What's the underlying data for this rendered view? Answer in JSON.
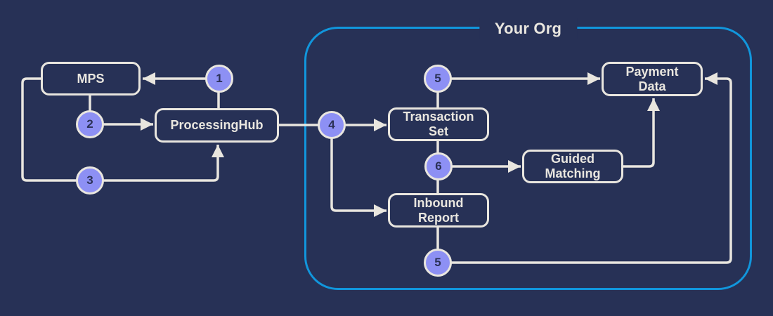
{
  "container": {
    "title": "Your Org"
  },
  "nodes": {
    "mps": "MPS",
    "processing_hub": "ProcessingHub",
    "transaction_set": "Transaction Set",
    "inbound_report": "Inbound Report",
    "guided_matching": "Guided Matching",
    "payment_data": "Payment Data"
  },
  "badges": {
    "b1": "1",
    "b2": "2",
    "b3": "3",
    "b4": "4",
    "b5_top": "5",
    "b6": "6",
    "b5_bottom": "5"
  },
  "colors": {
    "background": "#273156",
    "line": "#e9e6df",
    "node-border": "#e9e6df",
    "node-text": "#e9e6df",
    "badge-fill": "#8d90f4",
    "badge-border": "#e9e6df",
    "badge-text": "#2b3157",
    "org-border": "#1196dc",
    "title-text": "#e9e6df"
  }
}
